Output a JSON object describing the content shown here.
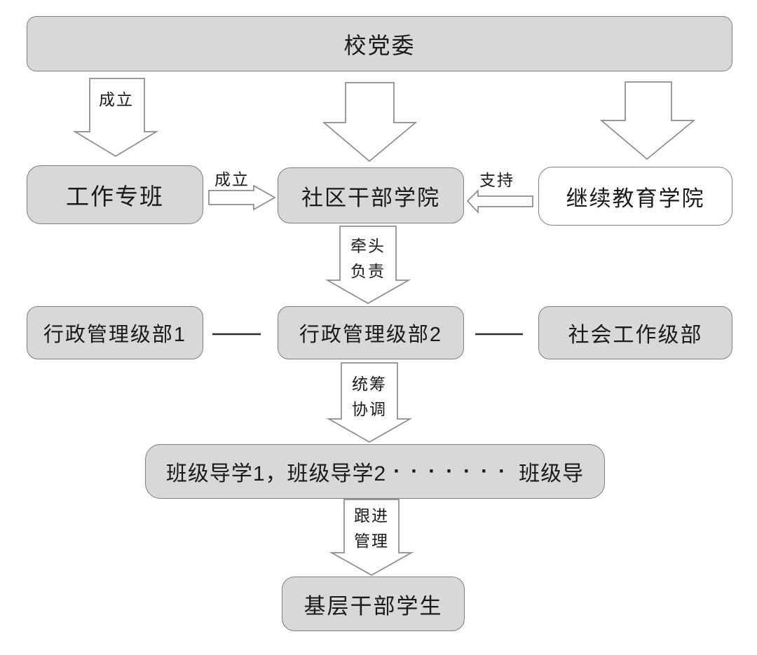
{
  "nodes": {
    "party_committee": "校党委",
    "work_team": "工作专班",
    "community_cadre_college": "社区干部学院",
    "continuing_education_college": "继续教育学院",
    "admin_grade_dept_1": "行政管理级部1",
    "admin_grade_dept_2": "行政管理级部2",
    "social_work_grade_dept": "社会工作级部",
    "class_tutors": {
      "prefix": "班级导学1，班级导学2",
      "dots": "·······",
      "suffix": "班级导"
    },
    "grassroots_cadre_students": "基层干部学生"
  },
  "edge_labels": {
    "establish_top_left": "成立",
    "establish_horizontal": "成立",
    "support": "支持",
    "lead_responsible": [
      "牵头",
      "负责"
    ],
    "coordinate": [
      "统筹",
      "协调"
    ],
    "follow_up": [
      "跟进",
      "管理"
    ]
  },
  "colors": {
    "node_fill": "#d8d8d8",
    "node_fill_white": "#ffffff",
    "node_border": "#7e7e7e",
    "arrow_outline": "#8c8c8c",
    "connector_line": "#2e2e2e",
    "text": "#1a1a1a",
    "background": "#ffffff"
  }
}
